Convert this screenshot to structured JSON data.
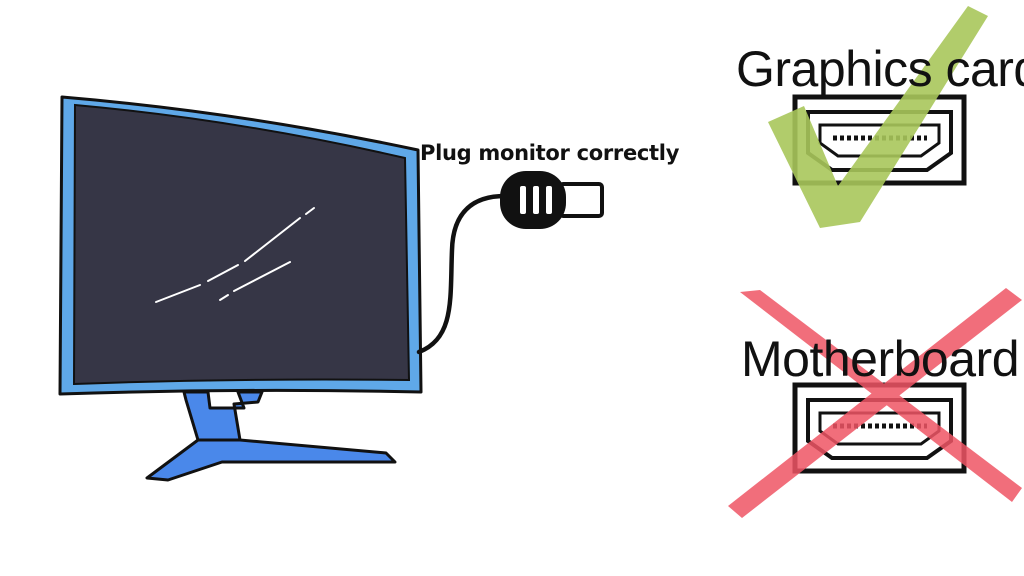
{
  "labels": {
    "plug_instruction": "Plug monitor correctly",
    "correct_port": "Graphics card",
    "wrong_port": "Motherboard"
  },
  "icons": {
    "correct_mark": "checkmark-icon",
    "wrong_mark": "cross-icon",
    "port": "hdmi-port-icon",
    "connector": "hdmi-plug-icon",
    "display": "curved-monitor-icon"
  },
  "colors": {
    "monitor_frame": "#5fa8e8",
    "monitor_screen": "#363646",
    "monitor_stand": "#4a88ea",
    "outline": "#111111",
    "check": "#a9c75b",
    "cross": "#ef5565"
  }
}
